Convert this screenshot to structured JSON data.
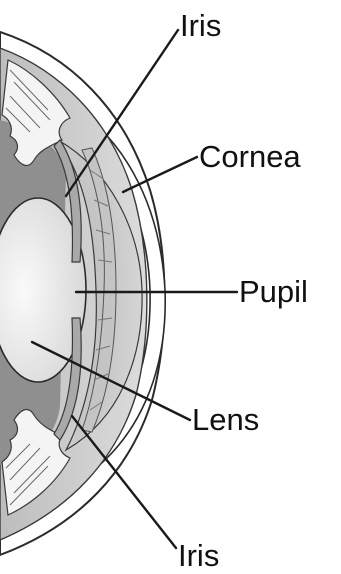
{
  "labels": {
    "iris_top": "Iris",
    "cornea": "Cornea",
    "pupil": "Pupil",
    "lens": "Lens",
    "iris_bottom": "Iris"
  },
  "colors": {
    "background": "#ffffff",
    "outline": "#2b2b2b",
    "eye_wall": "#d8d8d8",
    "anterior_chamber": "#c9c9c9",
    "lens_fill": "#efefef",
    "iris_tissue": "#a9a9a9",
    "ciliary_body": "#f4f4f4",
    "leader_line": "#1a1a1a"
  }
}
